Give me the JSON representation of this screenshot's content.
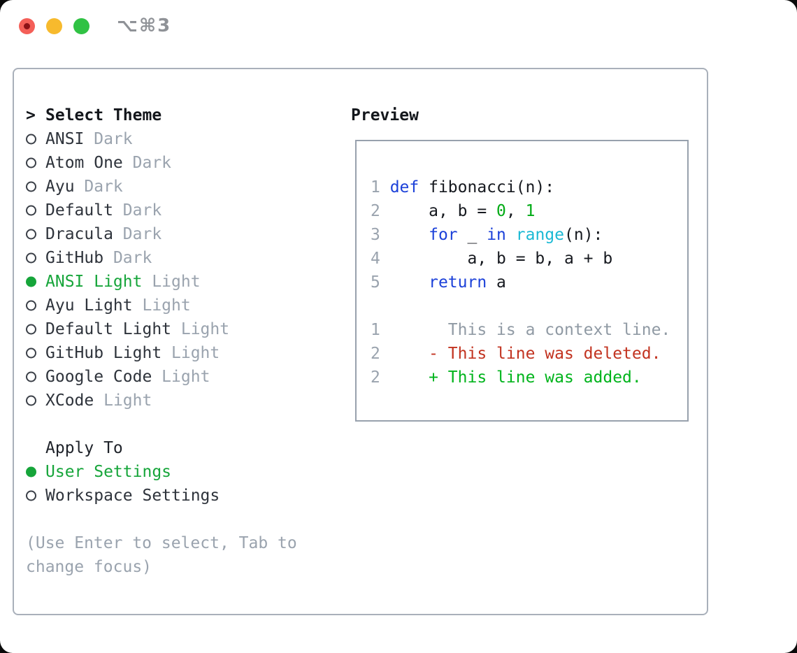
{
  "titlebar": {
    "shortcut": "⌥⌘3"
  },
  "theme_selector": {
    "header_prefix": ">",
    "header": "Select Theme",
    "themes": [
      {
        "name": "ANSI",
        "variant": "Dark",
        "selected": false
      },
      {
        "name": "Atom One",
        "variant": "Dark",
        "selected": false
      },
      {
        "name": "Ayu",
        "variant": "Dark",
        "selected": false
      },
      {
        "name": "Default",
        "variant": "Dark",
        "selected": false
      },
      {
        "name": "Dracula",
        "variant": "Dark",
        "selected": false
      },
      {
        "name": "GitHub",
        "variant": "Dark",
        "selected": false
      },
      {
        "name": "ANSI Light",
        "variant": "Light",
        "selected": true
      },
      {
        "name": "Ayu Light",
        "variant": "Light",
        "selected": false
      },
      {
        "name": "Default Light",
        "variant": "Light",
        "selected": false
      },
      {
        "name": "GitHub Light",
        "variant": "Light",
        "selected": false
      },
      {
        "name": "Google Code",
        "variant": "Light",
        "selected": false
      },
      {
        "name": "XCode",
        "variant": "Light",
        "selected": false
      }
    ],
    "apply_to": {
      "label": "Apply To",
      "options": [
        {
          "name": "User Settings",
          "selected": true
        },
        {
          "name": "Workspace Settings",
          "selected": false
        }
      ]
    },
    "hint_lines": [
      "(Use Enter to select, Tab to",
      "change focus)"
    ]
  },
  "preview": {
    "title": "Preview",
    "code_lines": [
      [
        {
          "t": "1 ",
          "c": "ln"
        },
        {
          "t": "def",
          "c": "kw"
        },
        {
          "t": " fibonacci(n):",
          "c": "plain"
        }
      ],
      [
        {
          "t": "2 ",
          "c": "ln"
        },
        {
          "t": "    a, b = ",
          "c": "plain"
        },
        {
          "t": "0",
          "c": "num"
        },
        {
          "t": ", ",
          "c": "plain"
        },
        {
          "t": "1",
          "c": "num"
        }
      ],
      [
        {
          "t": "3 ",
          "c": "ln"
        },
        {
          "t": "    ",
          "c": "plain"
        },
        {
          "t": "for",
          "c": "kw"
        },
        {
          "t": " _ ",
          "c": "plain"
        },
        {
          "t": "in",
          "c": "kw"
        },
        {
          "t": " ",
          "c": "plain"
        },
        {
          "t": "range",
          "c": "cy"
        },
        {
          "t": "(n):",
          "c": "plain"
        }
      ],
      [
        {
          "t": "4 ",
          "c": "ln"
        },
        {
          "t": "        a, b = b, a + b",
          "c": "plain"
        }
      ],
      [
        {
          "t": "5 ",
          "c": "ln"
        },
        {
          "t": "    ",
          "c": "plain"
        },
        {
          "t": "return",
          "c": "kw"
        },
        {
          "t": " a",
          "c": "plain"
        }
      ],
      [],
      [
        {
          "t": "1 ",
          "c": "ln"
        },
        {
          "t": "      This is a context line.",
          "c": "ctx"
        }
      ],
      [
        {
          "t": "2 ",
          "c": "ln"
        },
        {
          "t": "    - This line was deleted.",
          "c": "del"
        }
      ],
      [
        {
          "t": "2 ",
          "c": "ln"
        },
        {
          "t": "    + This line was added.",
          "c": "add"
        }
      ]
    ]
  },
  "colors": {
    "accent-green": "#16a53a",
    "muted-gray": "#9aa3ae",
    "text-dark": "#2e333b",
    "border-gray": "#a9b0ba",
    "preview-border": "#98a1ad",
    "traffic-red": "#f45f58",
    "traffic-red-dot": "#8c1116",
    "traffic-yellow": "#f7ba2d",
    "traffic-green": "#30c244",
    "code-ln": "#9aa3ae",
    "code-kw": "#1c41d9",
    "code-cy": "#1bb9d4",
    "code-num": "#00ab15",
    "code-plain": "#16191f",
    "code-ctx": "#909aa4",
    "code-del": "#c23320",
    "code-add": "#00b41c"
  }
}
